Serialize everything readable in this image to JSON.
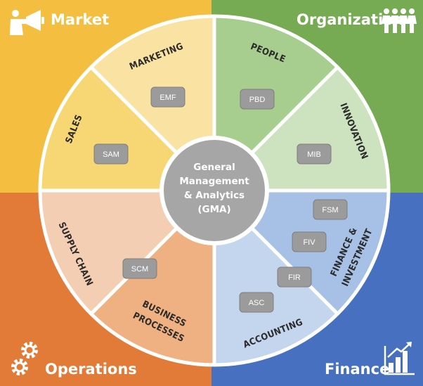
{
  "quadrants": {
    "market": {
      "title": "Market",
      "color": "#F5C242",
      "icon": "megaphone-icon"
    },
    "organization": {
      "title": "Organization",
      "color": "#7AAE55",
      "icon": "people-icon"
    },
    "operations": {
      "title": "Operations",
      "color": "#E47D3A",
      "icon": "gears-icon"
    },
    "finance": {
      "title": "Finance",
      "color": "#4A73C2",
      "icon": "growth-chart-icon"
    }
  },
  "segments": {
    "marketing": "MARKETING",
    "sales": "SALES",
    "people": "PEOPLE",
    "innovation": "INNOVATION",
    "supply_chain": "SUPPLY CHAIN",
    "business_processes_1": "BUSINESS",
    "business_processes_2": "PROCESSES",
    "finance_investment_1": "FINANCE &",
    "finance_investment_2": "INVESTMENT",
    "accounting": "ACCOUNTING"
  },
  "tags": {
    "emf": "EMF",
    "sam": "SAM",
    "pbd": "PBD",
    "mib": "MIB",
    "scm": "SCM",
    "fsm": "FSM",
    "fiv": "FIV",
    "fir": "FIR",
    "asc": "ASC"
  },
  "center": {
    "line1": "General",
    "line2": "Management",
    "line3": "& Analytics",
    "line4": "(GMA)"
  }
}
